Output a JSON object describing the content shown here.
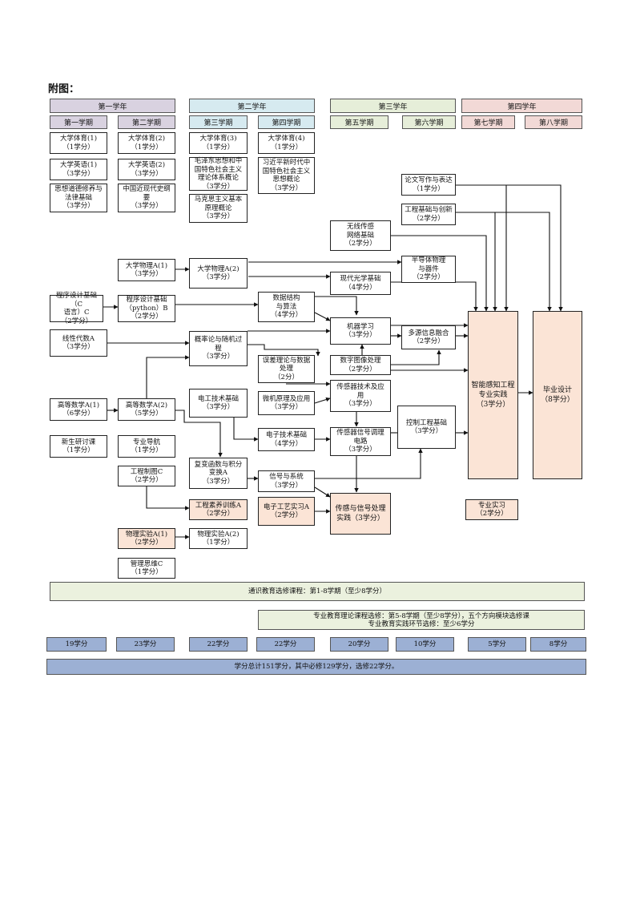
{
  "caption": "附图：",
  "years": [
    "第一学年",
    "第二学年",
    "第三学年",
    "第四学年"
  ],
  "semesters": [
    "第一学期",
    "第二学期",
    "第三学期",
    "第四学期",
    "第五学期",
    "第六学期",
    "第七学期",
    "第八学期"
  ],
  "courses": {
    "pe1": "大学体育(1)\n（1学分）",
    "pe2": "大学体育(2)\n（1学分）",
    "pe3": "大学体育(3)\n（1学分）",
    "pe4": "大学体育(4)\n（1学分）",
    "eng1": "大学英语(1)\n（3学分）",
    "eng2": "大学英语(2)\n（3学分）",
    "ideology": "思想道德修养与\n法律基础\n（3学分）",
    "history": "中国近现代史纲\n要\n（3学分）",
    "mao": "毛泽东思想和中\n国特色社会主义\n理论体系概论\n（3学分）",
    "xi": "习近平新时代中\n国特色社会主义\n思想概论\n（3学分）",
    "marx": "马克思主义基本\n原理概论\n（3学分）",
    "writing": "论文写作与表达\n（1学分）",
    "innovation": "工程基础与创新\n（2学分）",
    "wsn": "无线传感\n网络基础\n（2学分）",
    "semiconductor": "半导体物理\n与器件\n（2学分）",
    "phys1": "大学物理A(1)\n（3学分）",
    "phys2": "大学物理A(2)\n（3学分）",
    "optics": "现代光学基础\n（4学分）",
    "progc": "程序设计基础（C\n语言）C\n（2学分）",
    "python": "程序设计基础\n（python）B\n（2学分）",
    "datastruct": "数据结构\n与算法\n（4学分）",
    "linalg": "线性代数A\n（3学分）",
    "prob": "概率论与随机过\n程\n（3学分）",
    "ml": "机器学习\n（3学分）",
    "fusion": "多源信息融合\n（2学分）",
    "error": "误差理论与数据\n处理\n（2分）",
    "dip": "数字图像处理\n（2学分）",
    "capstone": "智能感知工程\n专业实践\n（3学分）",
    "thesis": "毕业设计\n（8学分）",
    "math1": "高等数学A(1)\n（6学分）",
    "math2": "高等数学A(2)\n（5学分）",
    "circuit": "电工技术基础\n（3学分）",
    "micro": "微机原理及应用\n（3学分）",
    "sensortech": "传感器技术及应\n用\n（3学分）",
    "control": "控制工程基础\n（3学分）",
    "seminar": "新生研讨课\n（1学分）",
    "guide": "专业导航\n（1学分）",
    "electronics": "电子技术基础\n（4学分）",
    "conditioning": "传感器信号调理\n电路\n（3学分）",
    "drawing": "工程制图C\n（2学分）",
    "complex": "复变函数与积分\n变换A\n（3学分）",
    "signals": "信号与系统\n（3学分）",
    "engtrain": "工程素养训练A\n（2学分）",
    "elecprac": "电子工艺实习A\n（2学分）",
    "sensorprac": "传感与信号处理\n实践（3学分）",
    "intern": "专业实习\n（2学分）",
    "physlab1": "物理实验A(1)\n（2学分）",
    "physlab2": "物理实验A(2)\n（1学分）",
    "mgmt": "管理思维C\n（1学分）"
  },
  "general_electives": "通识教育选修课程：第1-8学期（至少8学分）",
  "major_electives": "专业教育理论课程选修：第5-8学期（至少8学分），五个方向模块选修课\n专业教育实践环节选修：至少6学分",
  "credits": [
    "19学分",
    "23学分",
    "22学分",
    "22学分",
    "20学分",
    "10学分",
    "5学分",
    "8学分"
  ],
  "total": "学分总计151学分，其中必修129学分，选修22学分。",
  "colors": {
    "year1": "#d9d2e0",
    "year2": "#d6eaf0",
    "year3": "#e6eed9",
    "year4": "#f2d9d6",
    "practice": "#fbe4d6",
    "green_band": "#ebf1de",
    "blue_band": "#9cb0d4"
  }
}
